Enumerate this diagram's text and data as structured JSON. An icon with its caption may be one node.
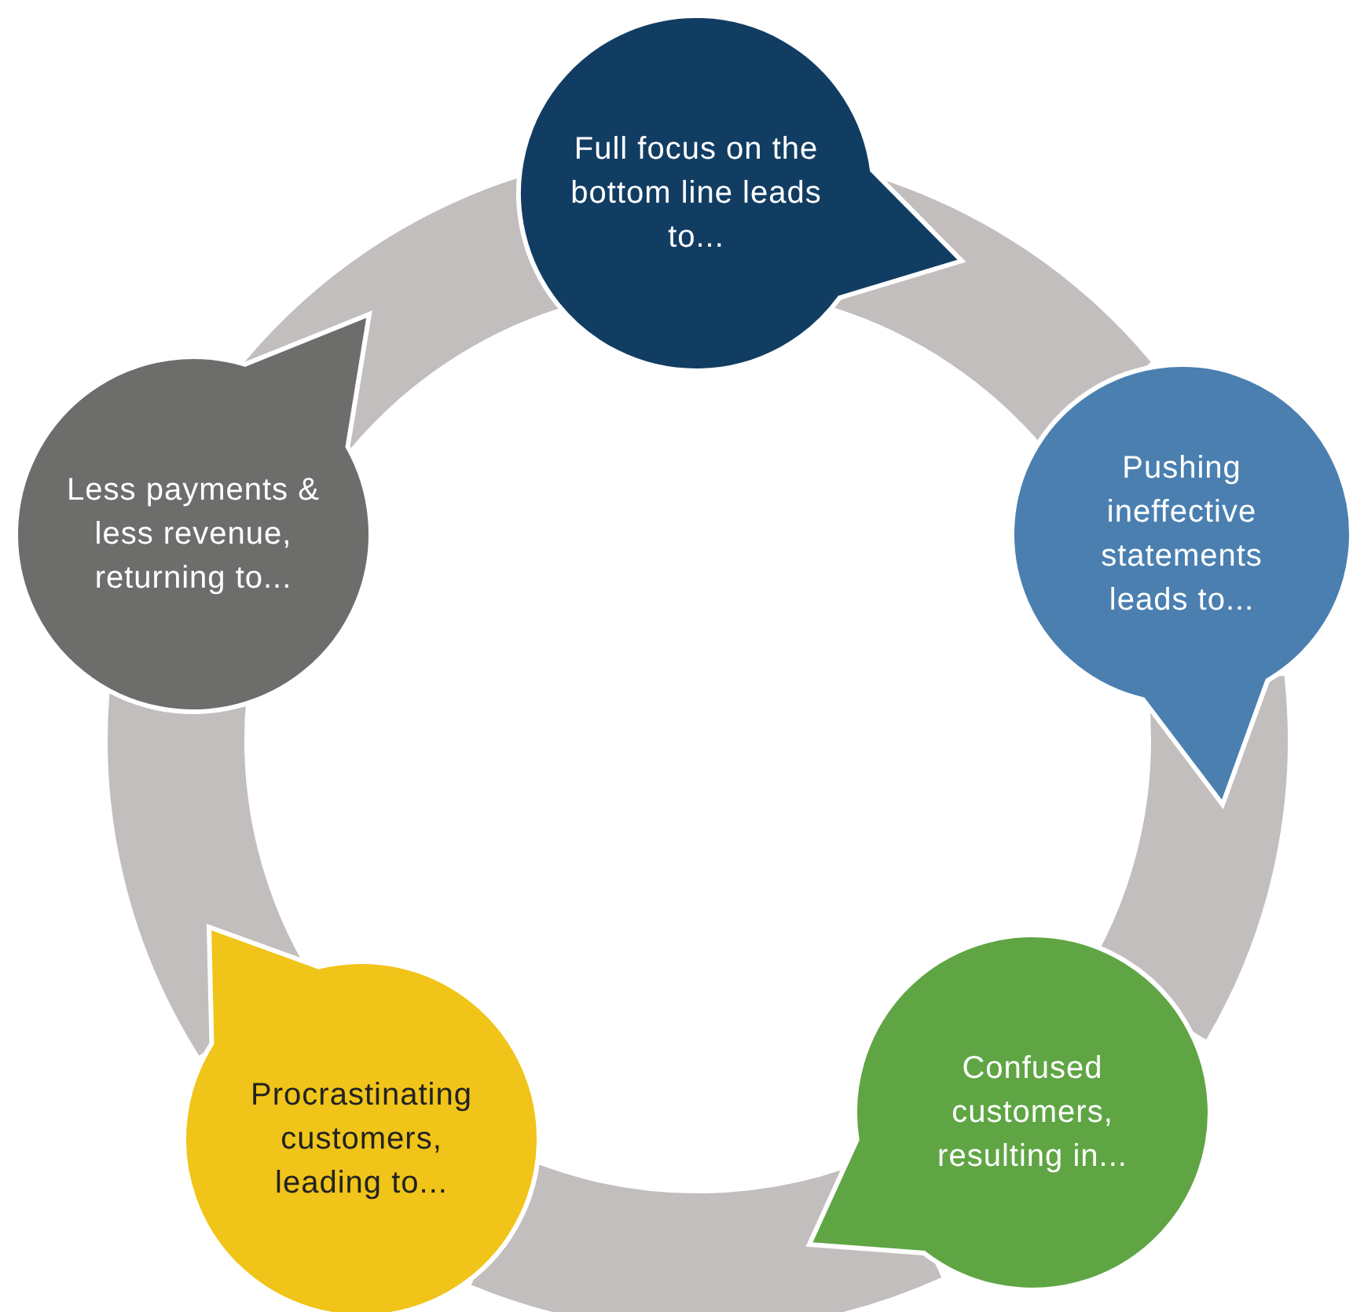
{
  "diagram": {
    "nodes": [
      {
        "text": [
          "Full focus on the bottom line leads to..."
        ]
      },
      {
        "text": [
          "Pushing ineffective statements leads to..."
        ]
      },
      {
        "text": [
          "Confused customers, resulting in..."
        ]
      },
      {
        "text": [
          "Procrastinating customers, leading to..."
        ]
      },
      {
        "text": [
          "Less payments & less revenue, returning to..."
        ]
      }
    ],
    "edges": [
      {
        "from": 0,
        "to": 1,
        "arrow": "none"
      },
      {
        "from": 1,
        "to": 2,
        "arrow": "none"
      },
      {
        "from": 2,
        "to": 3,
        "arrow": "none"
      },
      {
        "from": 3,
        "to": 4,
        "arrow": "none"
      },
      {
        "from": 4,
        "to": 0,
        "arrow": "none"
      }
    ]
  }
}
